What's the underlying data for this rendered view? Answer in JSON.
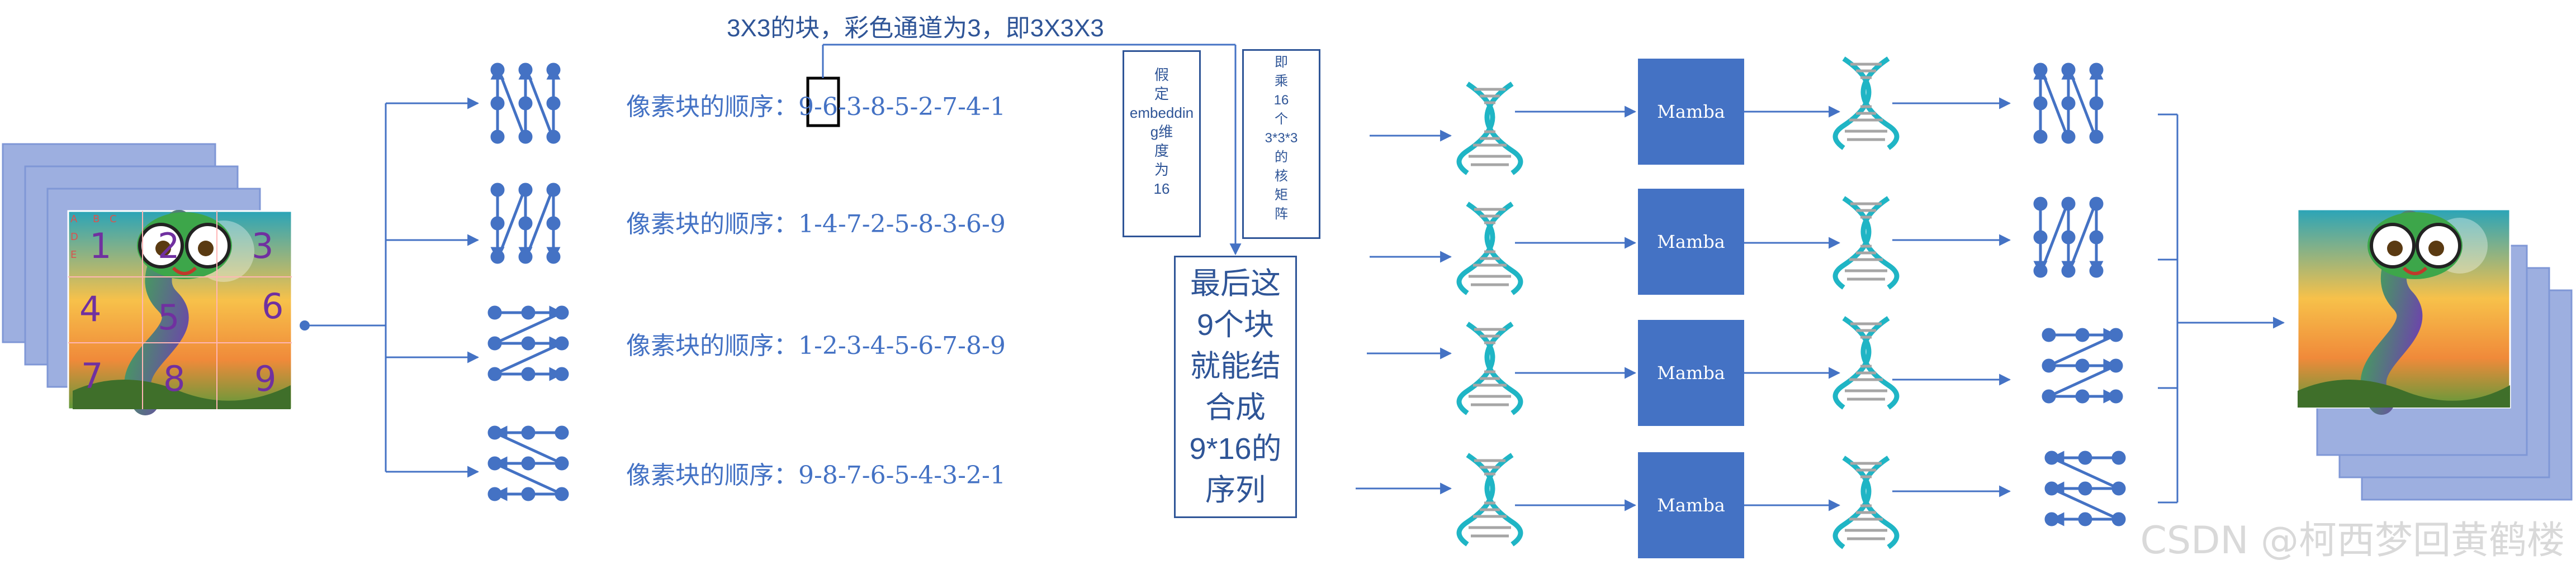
{
  "top_note": "3X3的块，彩色通道为3，即3X3X3",
  "order_prefix": "像素块的顺序：",
  "orders": [
    "9-6-3-8-5-2-7-4-1",
    "1-4-7-2-5-8-3-6-9",
    "1-2-3-4-5-6-7-8-9",
    "9-8-7-6-5-4-3-2-1"
  ],
  "order_lines": [
    "像素块的顺序：9-6-3-8-5-2-7-4-1",
    "像素块的顺序：1-4-7-2-5-8-3-6-9",
    "像素块的顺序：1-2-3-4-5-6-7-8-9",
    "像素块的顺序：9-8-7-6-5-4-3-2-1"
  ],
  "note_embedding": [
    "假",
    "定",
    "embeddin",
    "g维",
    "度",
    "为",
    "16"
  ],
  "note_kernel": [
    "即",
    "乘",
    "16",
    "个",
    "3*3*3",
    "的",
    "核",
    "矩",
    "阵"
  ],
  "note_final": [
    "最后这",
    "9个块",
    "就能结",
    "合成",
    "9*16的",
    "序列"
  ],
  "mamba_label": "Mamba",
  "grid_letters": [
    "A",
    "B",
    "C",
    "D",
    "E"
  ],
  "grid_numbers": [
    "1",
    "2",
    "3",
    "4",
    "5",
    "6",
    "7",
    "8",
    "9"
  ],
  "watermark": "CSDN @柯西梦回黄鹤楼",
  "colors": {
    "primary": "#4472c4",
    "dark_blue": "#2f5597",
    "layer_fill": "#9dafe0",
    "dna_teal": "#1fb5c5",
    "dna_gray": "#a6a6a6",
    "number_purple": "#7030a0"
  }
}
